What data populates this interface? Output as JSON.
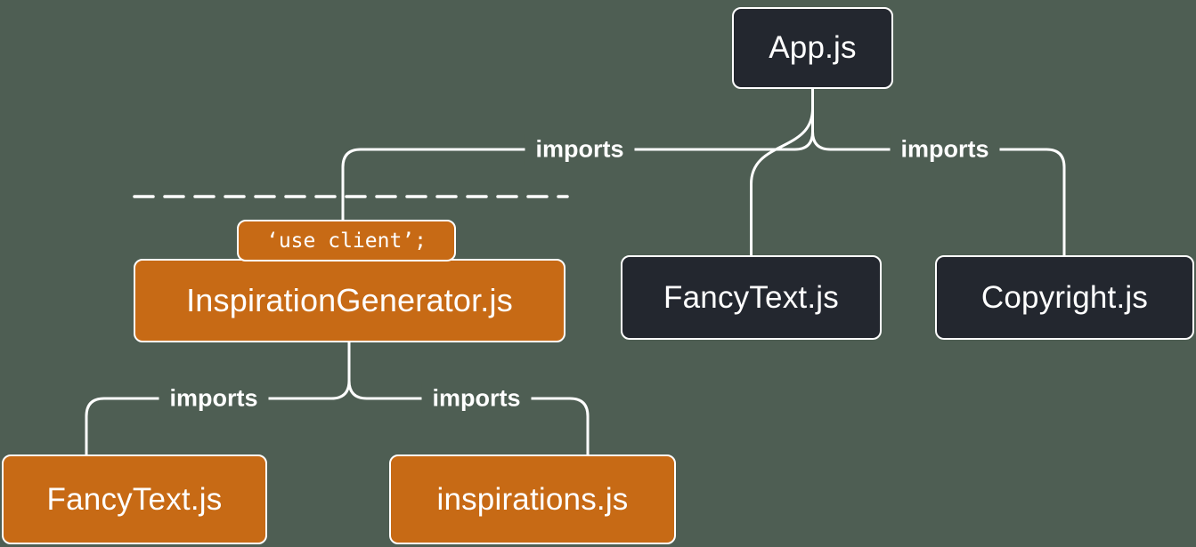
{
  "nodes": {
    "app": {
      "label": "App.js"
    },
    "fancy_text_top": {
      "label": "FancyText.js"
    },
    "copyright": {
      "label": "Copyright.js"
    },
    "inspiration_generator": {
      "label": "InspirationGenerator.js",
      "directive": "‘use client’;"
    },
    "fancy_text_bottom": {
      "label": "FancyText.js"
    },
    "inspirations": {
      "label": "inspirations.js"
    }
  },
  "edge_label": "imports",
  "colors": {
    "background": "#4e5e53",
    "server_node": "#23272f",
    "client_node": "#c76a15",
    "line": "#ffffff",
    "text": "#ffffff"
  }
}
